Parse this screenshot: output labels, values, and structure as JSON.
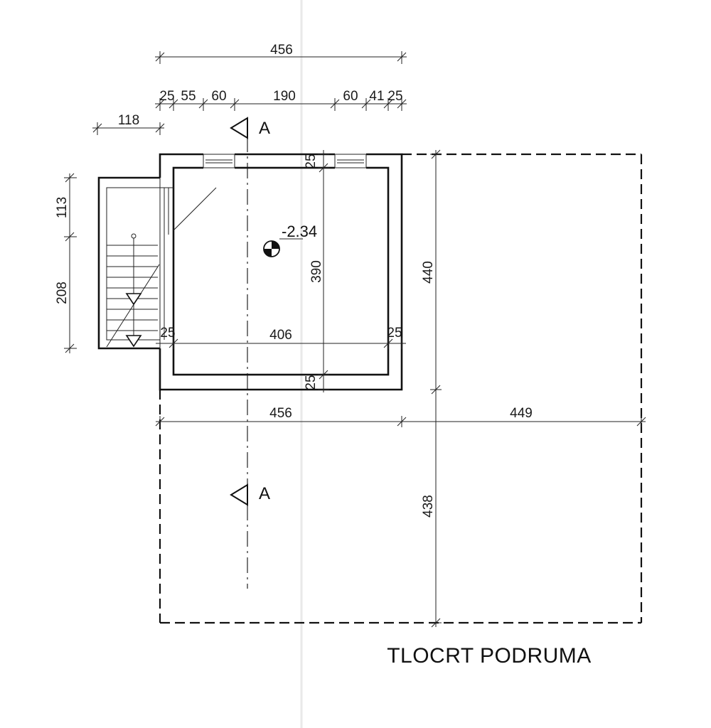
{
  "drawing": {
    "title": "TLOCRT PODRUMA",
    "elevation": "-2.34",
    "section_marker": "A",
    "dims_top_total": "456",
    "dims_top_chain": [
      "25",
      "55",
      "60",
      "190",
      "60",
      "41",
      "25"
    ],
    "dim_stair_width": "118",
    "dims_left": [
      "113",
      "208"
    ],
    "dim_inner_height": "390",
    "dim_outer_height": "440",
    "dim_inner_width": "406",
    "dim_wall_left": "25",
    "dim_wall_right": "25",
    "dim_wall_top": "25",
    "dim_wall_bottom": "25",
    "dim_bottom_left": "456",
    "dim_bottom_right": "449",
    "dim_lower_height": "438"
  }
}
